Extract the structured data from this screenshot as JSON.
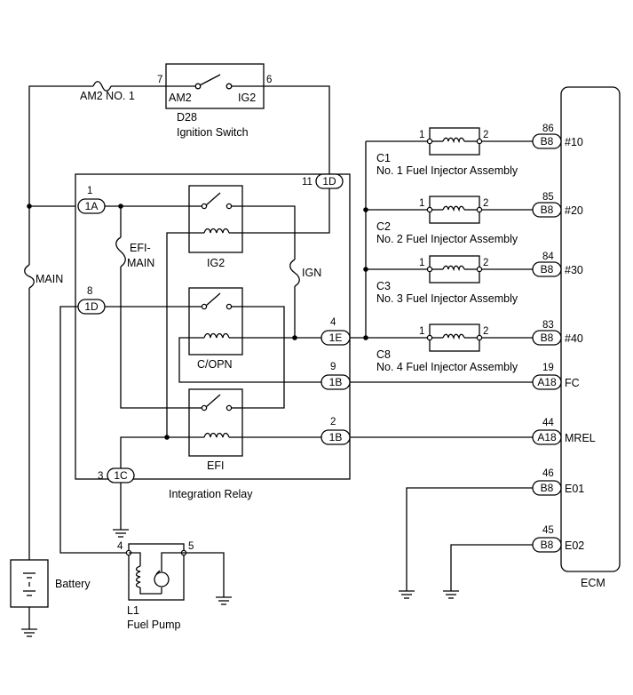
{
  "components": {
    "ignition_switch": {
      "code": "D28",
      "name": "Ignition Switch",
      "left_terminal": "AM2",
      "right_terminal": "IG2",
      "pin_left": "7",
      "pin_right": "6"
    },
    "am2_fuse": "AM2 NO. 1",
    "main_fuse": "MAIN",
    "efi_main_fuse": "EFI-\nMAIN",
    "efi_main_line1": "EFI-",
    "efi_main_line2": "MAIN",
    "ign_fuse": "IGN",
    "integration_relay": "Integration Relay",
    "relays": {
      "ig2": "IG2",
      "copn": "C/OPN",
      "efi": "EFI"
    },
    "battery": "Battery",
    "fuel_pump": {
      "code": "L1",
      "name": "Fuel Pump",
      "pin_left": "4",
      "pin_right": "5"
    },
    "ecm": "ECM"
  },
  "relay_connectors": {
    "c1a": {
      "pin": "1",
      "label": "1A"
    },
    "c1d_top": {
      "pin": "11",
      "label": "1D"
    },
    "c1d_left": {
      "pin": "8",
      "label": "1D"
    },
    "c1e": {
      "pin": "4",
      "label": "1E"
    },
    "c1b_fc": {
      "pin": "9",
      "label": "1B"
    },
    "c1b_efi": {
      "pin": "2",
      "label": "1B"
    },
    "c1c": {
      "pin": "3",
      "label": "1C"
    }
  },
  "injectors": [
    {
      "code": "C1",
      "name": "No. 1 Fuel Injector Assembly",
      "pin_in": "1",
      "pin_out": "2",
      "ecm_pin": "86",
      "ecm_conn": "B8",
      "ecm_signal": "#10"
    },
    {
      "code": "C2",
      "name": "No. 2 Fuel Injector Assembly",
      "pin_in": "1",
      "pin_out": "2",
      "ecm_pin": "85",
      "ecm_conn": "B8",
      "ecm_signal": "#20"
    },
    {
      "code": "C3",
      "name": "No. 3 Fuel Injector Assembly",
      "pin_in": "1",
      "pin_out": "2",
      "ecm_pin": "84",
      "ecm_conn": "B8",
      "ecm_signal": "#30"
    },
    {
      "code": "C8",
      "name": "No. 4 Fuel Injector Assembly",
      "pin_in": "1",
      "pin_out": "2",
      "ecm_pin": "83",
      "ecm_conn": "B8",
      "ecm_signal": "#40"
    }
  ],
  "ecm_terminals": {
    "fc": {
      "pin": "19",
      "conn": "A18",
      "signal": "FC"
    },
    "mrel": {
      "pin": "44",
      "conn": "A18",
      "signal": "MREL"
    },
    "e01": {
      "pin": "46",
      "conn": "B8",
      "signal": "E01"
    },
    "e02": {
      "pin": "45",
      "conn": "B8",
      "signal": "E02"
    }
  }
}
